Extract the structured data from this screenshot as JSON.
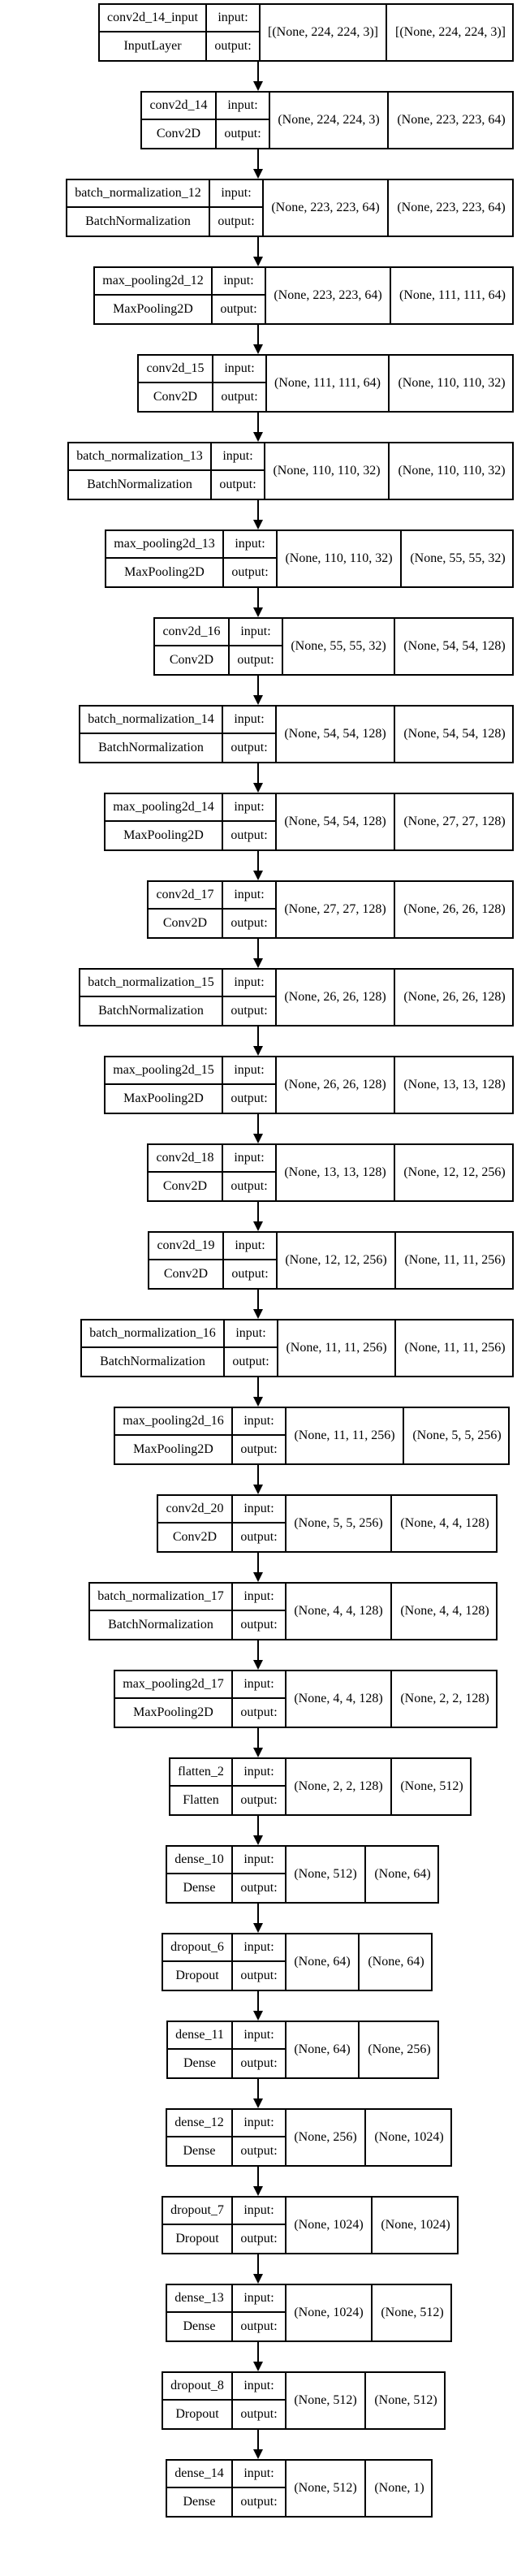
{
  "port_labels": {
    "input": "input:",
    "output": "output:"
  },
  "colors": {
    "stroke": "#000000",
    "background": "#ffffff"
  },
  "layers": [
    {
      "name": "conv2d_14_input",
      "type": "InputLayer",
      "input_shape": "[(None, 224, 224, 3)]",
      "output_shape": "[(None, 224, 224, 3)]"
    },
    {
      "name": "conv2d_14",
      "type": "Conv2D",
      "input_shape": "(None, 224, 224, 3)",
      "output_shape": "(None, 223, 223, 64)"
    },
    {
      "name": "batch_normalization_12",
      "type": "BatchNormalization",
      "input_shape": "(None, 223, 223, 64)",
      "output_shape": "(None, 223, 223, 64)"
    },
    {
      "name": "max_pooling2d_12",
      "type": "MaxPooling2D",
      "input_shape": "(None, 223, 223, 64)",
      "output_shape": "(None, 111, 111, 64)"
    },
    {
      "name": "conv2d_15",
      "type": "Conv2D",
      "input_shape": "(None, 111, 111, 64)",
      "output_shape": "(None, 110, 110, 32)"
    },
    {
      "name": "batch_normalization_13",
      "type": "BatchNormalization",
      "input_shape": "(None, 110, 110, 32)",
      "output_shape": "(None, 110, 110, 32)"
    },
    {
      "name": "max_pooling2d_13",
      "type": "MaxPooling2D",
      "input_shape": "(None, 110, 110, 32)",
      "output_shape": "(None, 55, 55, 32)"
    },
    {
      "name": "conv2d_16",
      "type": "Conv2D",
      "input_shape": "(None, 55, 55, 32)",
      "output_shape": "(None, 54, 54, 128)"
    },
    {
      "name": "batch_normalization_14",
      "type": "BatchNormalization",
      "input_shape": "(None, 54, 54, 128)",
      "output_shape": "(None, 54, 54, 128)"
    },
    {
      "name": "max_pooling2d_14",
      "type": "MaxPooling2D",
      "input_shape": "(None, 54, 54, 128)",
      "output_shape": "(None, 27, 27, 128)"
    },
    {
      "name": "conv2d_17",
      "type": "Conv2D",
      "input_shape": "(None, 27, 27, 128)",
      "output_shape": "(None, 26, 26, 128)"
    },
    {
      "name": "batch_normalization_15",
      "type": "BatchNormalization",
      "input_shape": "(None, 26, 26, 128)",
      "output_shape": "(None, 26, 26, 128)"
    },
    {
      "name": "max_pooling2d_15",
      "type": "MaxPooling2D",
      "input_shape": "(None, 26, 26, 128)",
      "output_shape": "(None, 13, 13, 128)"
    },
    {
      "name": "conv2d_18",
      "type": "Conv2D",
      "input_shape": "(None, 13, 13, 128)",
      "output_shape": "(None, 12, 12, 256)"
    },
    {
      "name": "conv2d_19",
      "type": "Conv2D",
      "input_shape": "(None, 12, 12, 256)",
      "output_shape": "(None, 11, 11, 256)"
    },
    {
      "name": "batch_normalization_16",
      "type": "BatchNormalization",
      "input_shape": "(None, 11, 11, 256)",
      "output_shape": "(None, 11, 11, 256)"
    },
    {
      "name": "max_pooling2d_16",
      "type": "MaxPooling2D",
      "input_shape": "(None, 11, 11, 256)",
      "output_shape": "(None, 5, 5, 256)"
    },
    {
      "name": "conv2d_20",
      "type": "Conv2D",
      "input_shape": "(None, 5, 5, 256)",
      "output_shape": "(None, 4, 4, 128)"
    },
    {
      "name": "batch_normalization_17",
      "type": "BatchNormalization",
      "input_shape": "(None, 4, 4, 128)",
      "output_shape": "(None, 4, 4, 128)"
    },
    {
      "name": "max_pooling2d_17",
      "type": "MaxPooling2D",
      "input_shape": "(None, 4, 4, 128)",
      "output_shape": "(None, 2, 2, 128)"
    },
    {
      "name": "flatten_2",
      "type": "Flatten",
      "input_shape": "(None, 2, 2, 128)",
      "output_shape": "(None, 512)"
    },
    {
      "name": "dense_10",
      "type": "Dense",
      "input_shape": "(None, 512)",
      "output_shape": "(None, 64)"
    },
    {
      "name": "dropout_6",
      "type": "Dropout",
      "input_shape": "(None, 64)",
      "output_shape": "(None, 64)"
    },
    {
      "name": "dense_11",
      "type": "Dense",
      "input_shape": "(None, 64)",
      "output_shape": "(None, 256)"
    },
    {
      "name": "dense_12",
      "type": "Dense",
      "input_shape": "(None, 256)",
      "output_shape": "(None, 1024)"
    },
    {
      "name": "dropout_7",
      "type": "Dropout",
      "input_shape": "(None, 1024)",
      "output_shape": "(None, 1024)"
    },
    {
      "name": "dense_13",
      "type": "Dense",
      "input_shape": "(None, 1024)",
      "output_shape": "(None, 512)"
    },
    {
      "name": "dropout_8",
      "type": "Dropout",
      "input_shape": "(None, 512)",
      "output_shape": "(None, 512)"
    },
    {
      "name": "dense_14",
      "type": "Dense",
      "input_shape": "(None, 512)",
      "output_shape": "(None, 1)"
    }
  ]
}
